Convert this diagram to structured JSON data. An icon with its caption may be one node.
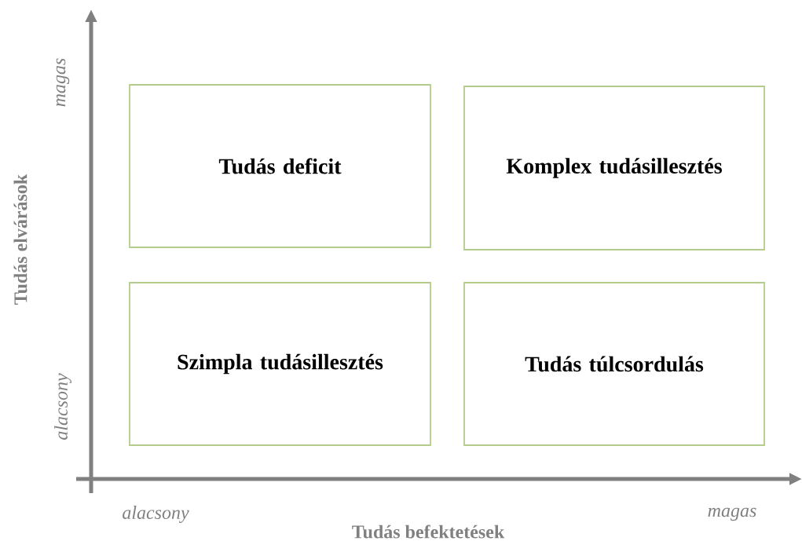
{
  "diagram": {
    "nodes": [
      {
        "text": [
          "Tudás deficit"
        ]
      },
      {
        "text": [
          "Komplex tudásillesztés"
        ]
      },
      {
        "text": [
          "Szimpla tudásillesztés"
        ]
      },
      {
        "text": [
          "Tudás túlcsordulás"
        ]
      }
    ],
    "labels": [
      "magas",
      "alacsony",
      "Tudás elvárások",
      "alacsony",
      "magas",
      "Tudás befektetések"
    ]
  }
}
